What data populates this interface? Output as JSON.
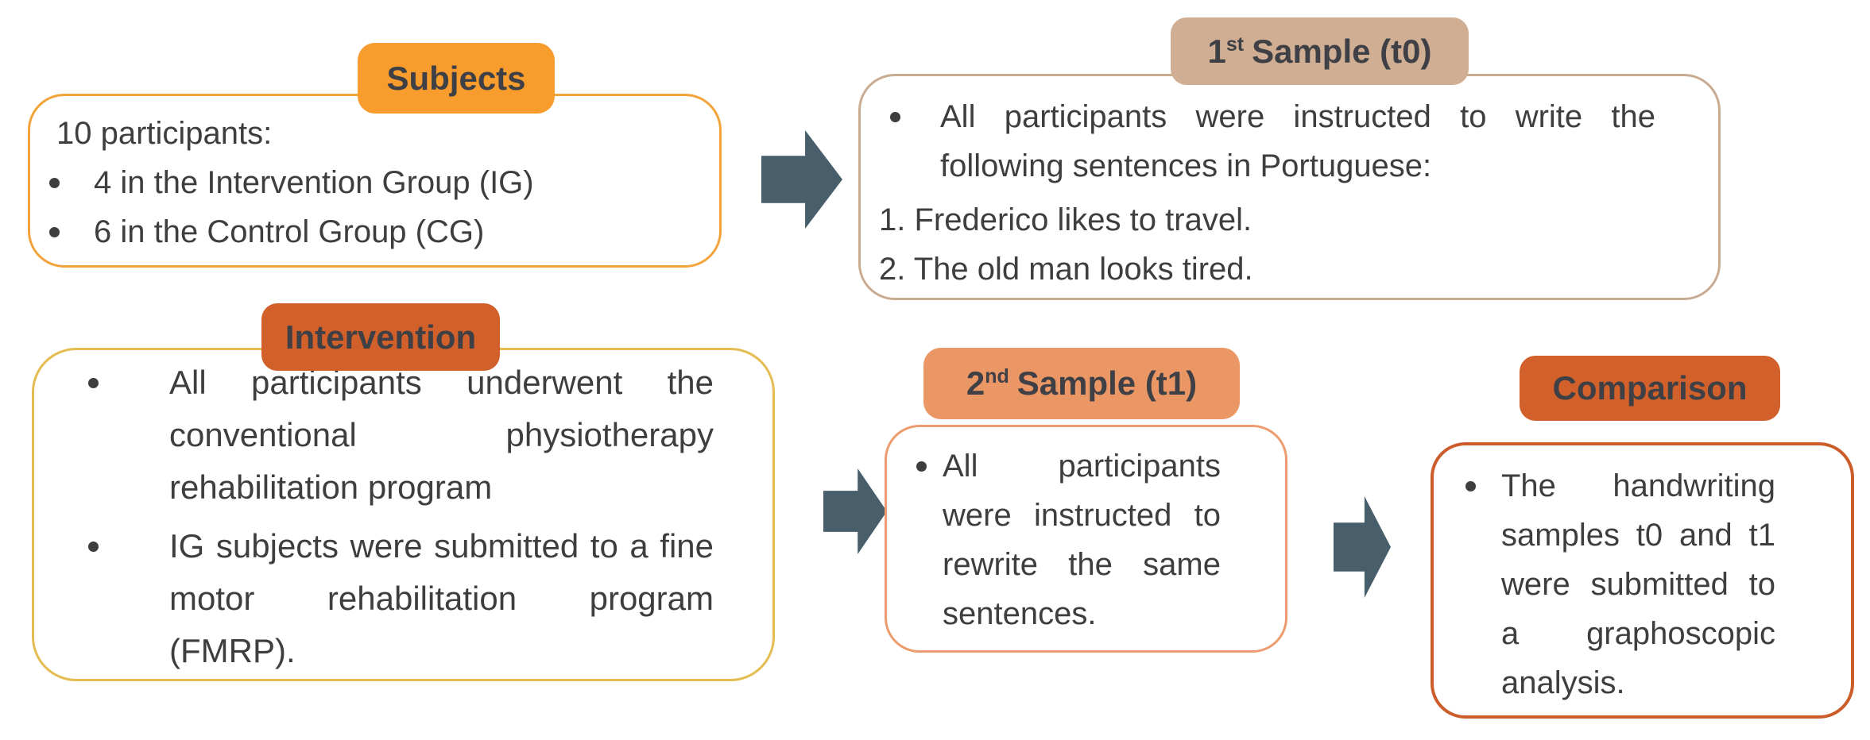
{
  "colors": {
    "background": "#ffffff",
    "body_text": "#3e3e3e",
    "label_text": "#3f4045",
    "arrow": "#485f6b",
    "subjects_label_bg": "#f79c2d",
    "subjects_border": "#f2a43b",
    "sample1_label_bg": "#cfae93",
    "sample1_border": "#c9ab92",
    "intervention_label_bg": "#d2602b",
    "intervention_border": "#e5bc52",
    "sample2_label_bg": "#eb9765",
    "sample2_border": "#ec9c6e",
    "comparison_label_bg": "#d2602b",
    "comparison_border": "#cb5d2b"
  },
  "nodes": {
    "subjects": {
      "label": "Subjects",
      "intro": "10 participants:",
      "bullets": [
        "4 in the Intervention Group (IG)",
        "6 in the Control Group (CG)"
      ]
    },
    "sample1": {
      "label_number": "1",
      "label_ordinal": "st",
      "label_text": "Sample (t0)",
      "bullets": [
        "All participants were instructed to write the following sentences in Portuguese:"
      ],
      "numbered_items": [
        "1. Frederico likes to travel.",
        "2. The old man looks tired."
      ]
    },
    "intervention": {
      "label": "Intervention",
      "bullets": [
        "All participants underwent the conventional physiotherapy rehabilitation program",
        "IG subjects were submitted to a fine motor rehabilitation program (FMRP)."
      ]
    },
    "sample2": {
      "label_number": "2",
      "label_ordinal": "nd",
      "label_text": "Sample (t1)",
      "bullets": [
        "All participants were instructed to rewrite the same sentences."
      ]
    },
    "comparison": {
      "label": "Comparison",
      "bullets": [
        "The handwriting samples t0 and t1 were submitted to a graphoscopic analysis."
      ]
    }
  }
}
